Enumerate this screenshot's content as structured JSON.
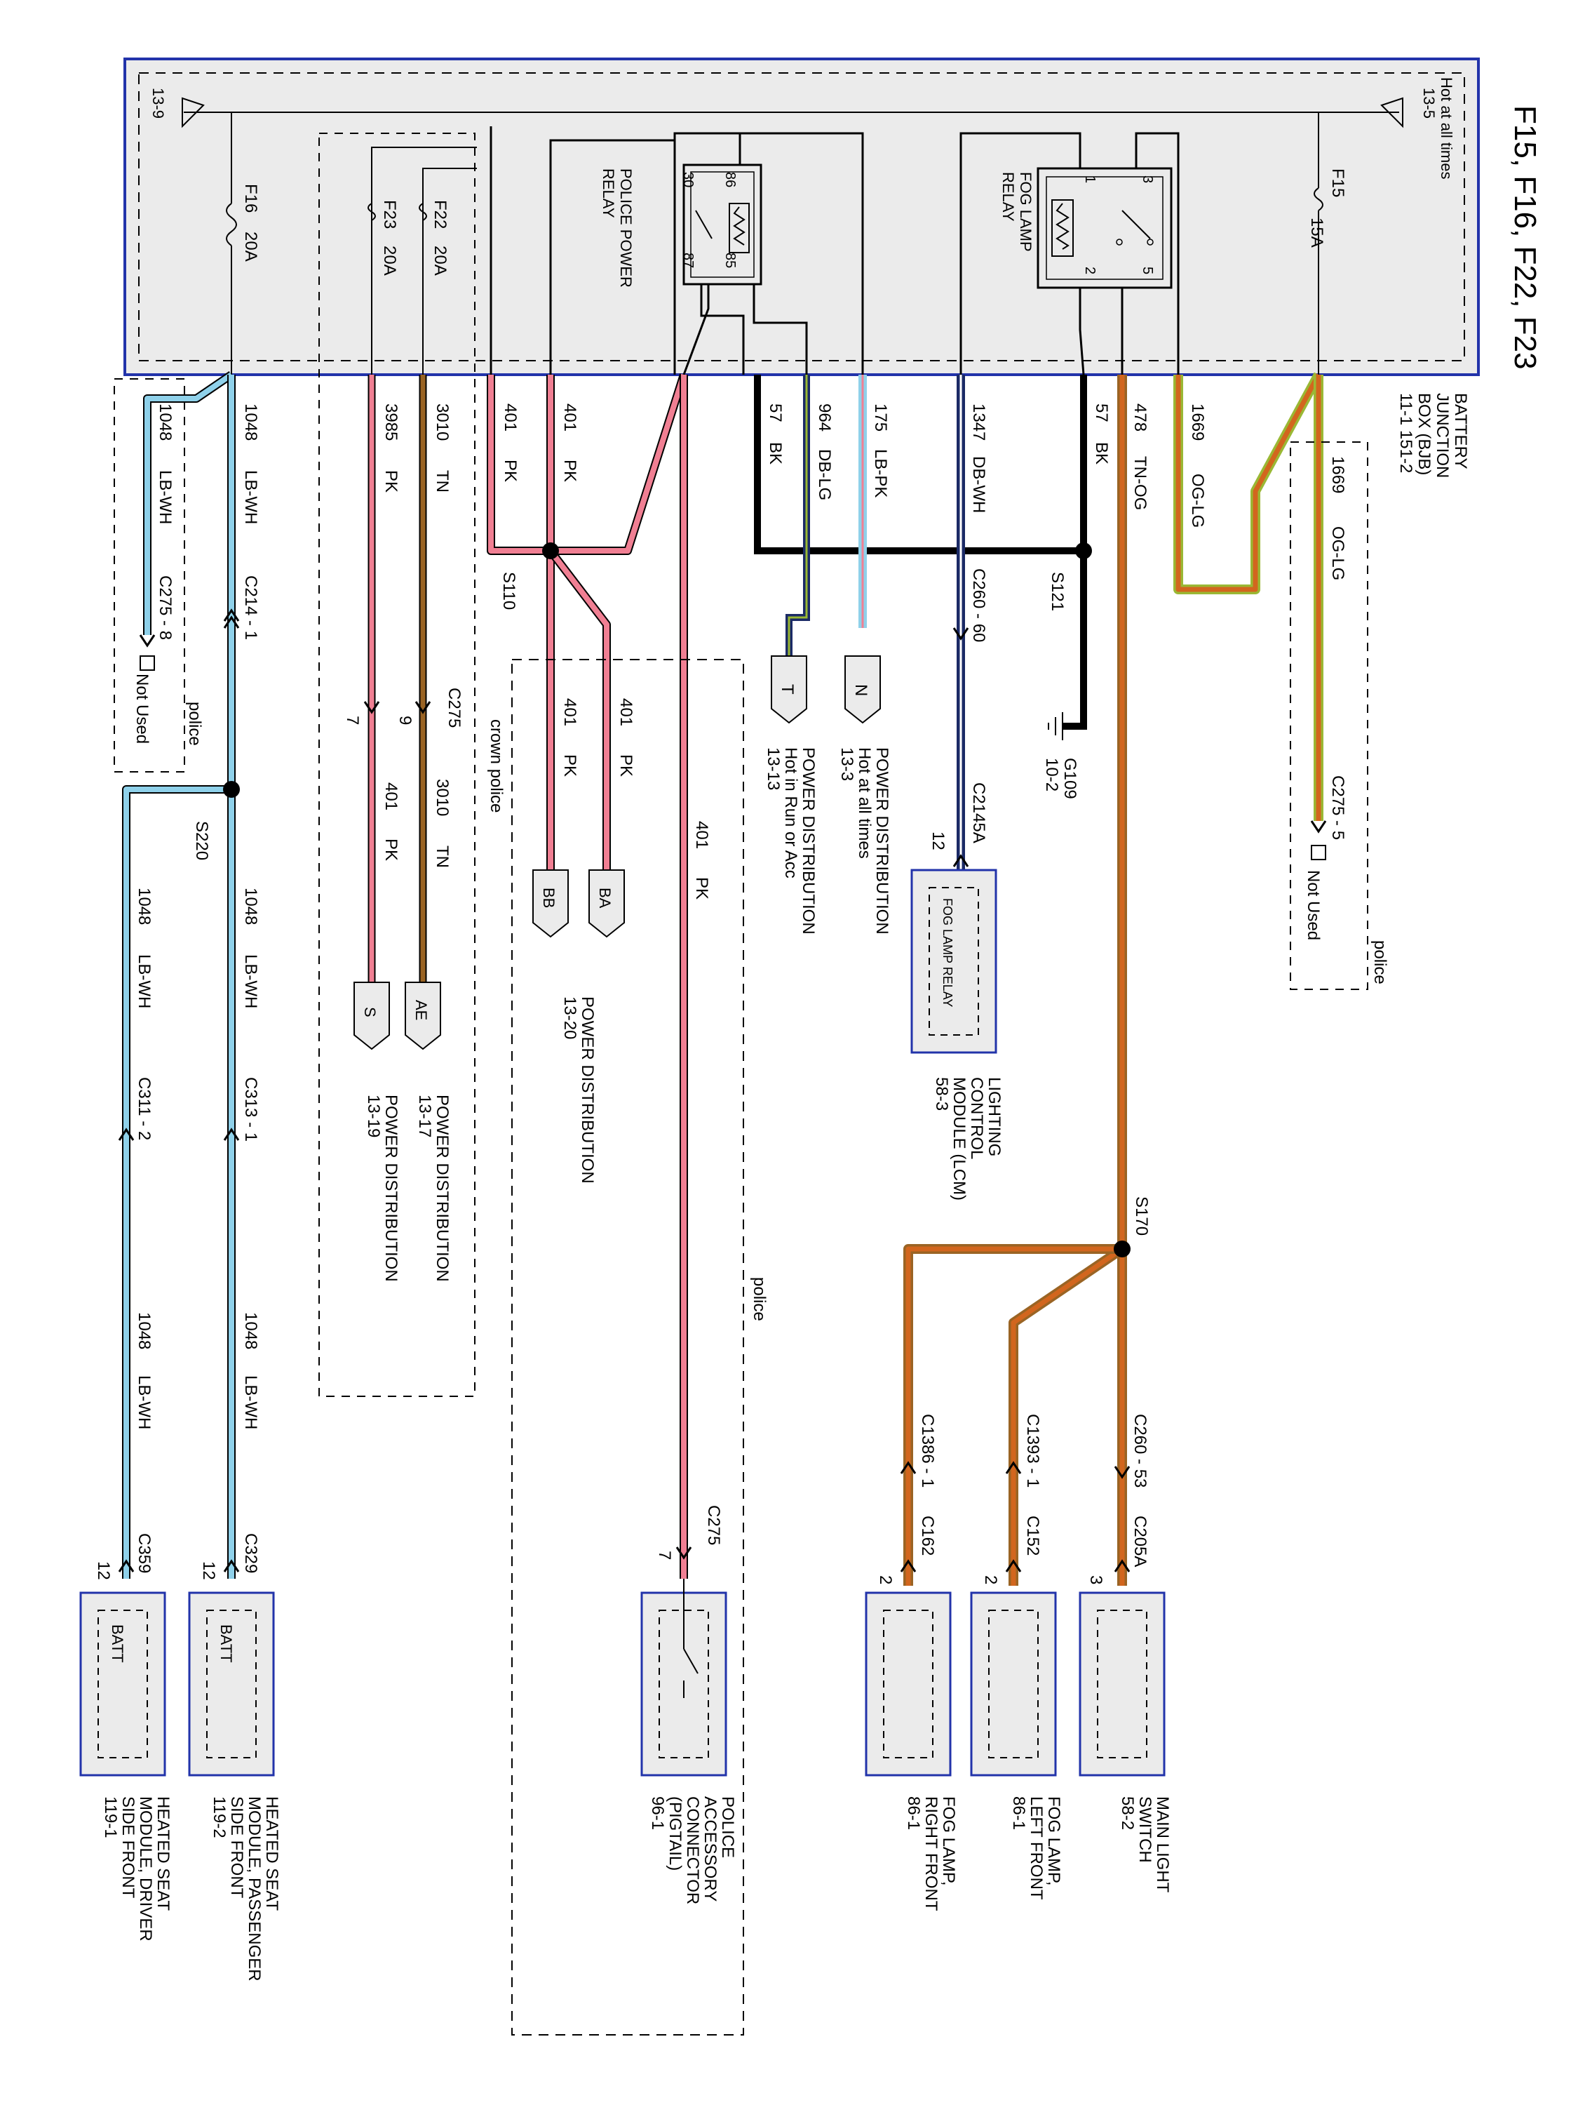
{
  "title": "F15, F16, F22, F23",
  "bjb_label": [
    "BATTERY",
    "JUNCTION",
    "BOX (BJB)",
    "11-1    151-2"
  ],
  "hot_at_all_times": "Hot at all times",
  "ref_13_5": "13-5",
  "ref_13_9": "13-9",
  "fuses": {
    "f15": {
      "name": "F15",
      "rating": "15A"
    },
    "f16": {
      "name": "F16",
      "rating": "20A"
    },
    "f22": {
      "name": "F22",
      "rating": "20A"
    },
    "f23": {
      "name": "F23",
      "rating": "20A"
    }
  },
  "relays": {
    "fog": {
      "label": [
        "FOG LAMP",
        "RELAY"
      ],
      "pins": [
        "1",
        "2",
        "3",
        "5"
      ]
    },
    "police": {
      "label": [
        "POLICE POWER",
        "RELAY"
      ],
      "pins": [
        "86",
        "85",
        "30",
        "87"
      ]
    }
  },
  "wires": {
    "w1669": {
      "circuit": "1669",
      "color": "OG-LG"
    },
    "w478": {
      "circuit": "478",
      "color": "TN-OG"
    },
    "w57": {
      "circuit": "57",
      "color": "BK"
    },
    "w1347": {
      "circuit": "1347",
      "color": "DB-WH"
    },
    "w175": {
      "circuit": "175",
      "color": "LB-PK"
    },
    "w964": {
      "circuit": "964",
      "color": "DB-LG"
    },
    "w401": {
      "circuit": "401",
      "color": "PK"
    },
    "w3010": {
      "circuit": "3010",
      "color": "TN"
    },
    "w3985": {
      "circuit": "3985",
      "color": "PK"
    },
    "w1048": {
      "circuit": "1048",
      "color": "LB-WH"
    }
  },
  "splices": {
    "s121": "S121",
    "s110": "S110",
    "s220": "S220",
    "s170": "S170"
  },
  "connectors": {
    "c275_5": "C275 - 5",
    "c275_8": "C275 - 8",
    "c214_1": "C214 - 1",
    "c260_60": "C260 - 60",
    "c2145a": "C2145A",
    "pin12": "12",
    "c275": "C275",
    "pin9": "9",
    "pin7": "7",
    "c311_2": "C311 - 2",
    "c313_1": "C313 - 1",
    "c260_53": "C260 - 53",
    "c205a": "C205A",
    "pin3": "3",
    "c1393_1": "C1393 - 1",
    "c152": "C152",
    "pin2": "2",
    "c1386_1": "C1386 - 1",
    "c162": "C162",
    "c329": "C329",
    "c359": "C359"
  },
  "not_used": "Not Used",
  "police": "police",
  "crown_police": "crown police",
  "ground": {
    "id": "G109",
    "ref": "10-2"
  },
  "power_dist": {
    "n": {
      "pin": "N",
      "lines": [
        "POWER DISTRIBUTION",
        "Hot at all times",
        "13-3"
      ]
    },
    "t": {
      "pin": "T",
      "lines": [
        "POWER DISTRIBUTION",
        "Hot in Run or Acc",
        "13-13"
      ]
    },
    "ba_bb": {
      "pins": [
        "BA",
        "BB"
      ],
      "lines": [
        "POWER DISTRIBUTION",
        "13-20"
      ]
    },
    "ae": {
      "pin": "AE",
      "lines": [
        "POWER DISTRIBUTION",
        "13-17"
      ]
    },
    "s": {
      "pin": "S",
      "lines": [
        "POWER DISTRIBUTION",
        "13-19"
      ]
    }
  },
  "lcm": {
    "inner": "FOG LAMP RELAY",
    "lines": [
      "LIGHTING",
      "CONTROL",
      "MODULE (LCM)",
      "58-3"
    ]
  },
  "components": {
    "main_light": [
      "MAIN LIGHT",
      "SWITCH",
      "58-2"
    ],
    "fog_left": [
      "FOG LAMP,",
      "LEFT FRONT",
      "86-1"
    ],
    "fog_right": [
      "FOG LAMP,",
      "RIGHT FRONT",
      "86-1"
    ],
    "police_acc": [
      "POLICE",
      "ACCESSORY",
      "CONNECTOR",
      "(PIGTAIL)",
      "96-1"
    ],
    "hs_pass": [
      "HEATED SEAT",
      "MODULE, PASSENGER",
      "SIDE FRONT",
      "119-2"
    ],
    "hs_driver": [
      "HEATED SEAT",
      "MODULE, DRIVER",
      "SIDE FRONT",
      "119-1"
    ]
  },
  "batt": "BATT",
  "colors": {
    "frame_blue": "#2233aa",
    "box_fill": "#ebebeb",
    "og": "#d2661e",
    "lg": "#9ab834",
    "tn": "#9a6424",
    "pk": "#f07f93",
    "lb": "#8fd1ea",
    "bk": "#000000",
    "db": "#1b2a66"
  }
}
